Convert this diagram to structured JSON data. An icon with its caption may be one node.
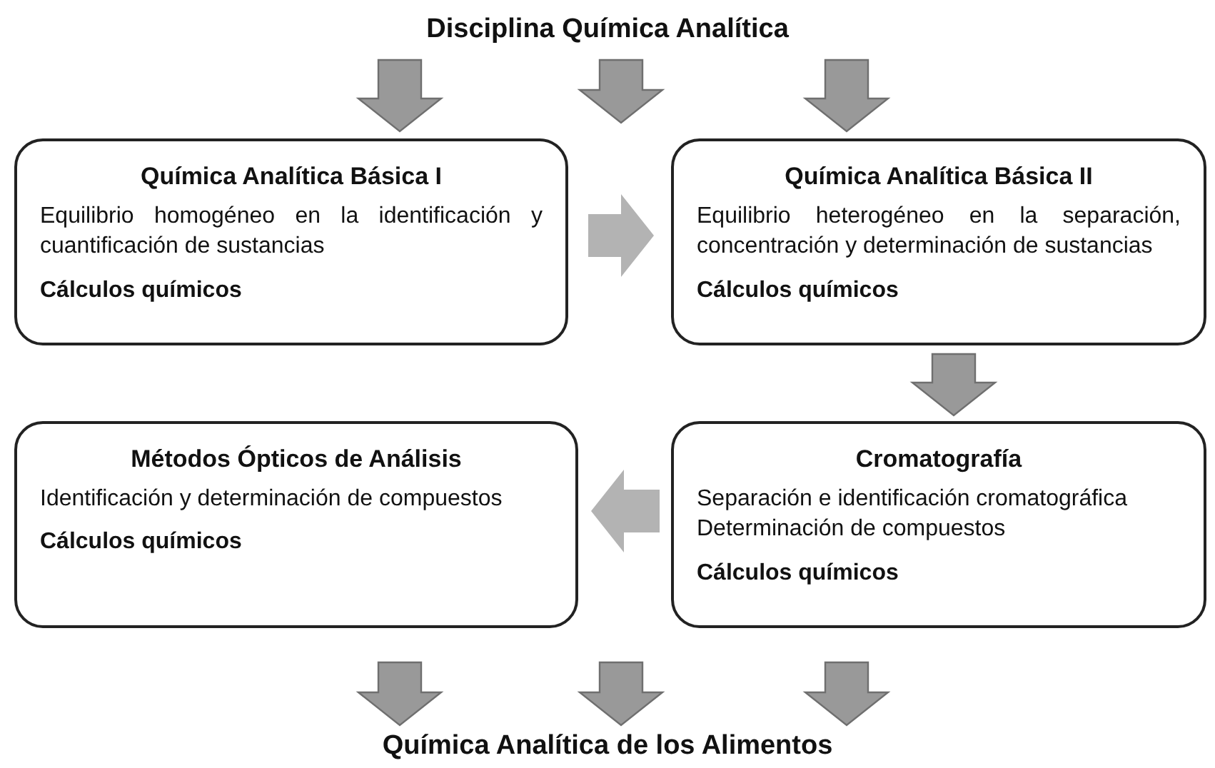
{
  "diagram": {
    "nodes": [
      {
        "text": [
          "Disciplina Química Analítica"
        ]
      },
      {
        "text": [
          "Química Analítica Básica I",
          "Equilibrio homogéneo en la identificación y cuantificación de sustancias",
          "Cálculos químicos"
        ]
      },
      {
        "text": [
          "Química Analítica Básica II",
          "Equilibrio heterogéneo en la separación, concentración y determinación de sustancias",
          "Cálculos químicos"
        ]
      },
      {
        "text": [
          "Métodos Ópticos de Análisis",
          "Identificación y determinación de compuestos",
          "Cálculos químicos"
        ]
      },
      {
        "text": [
          "Cromatografía",
          "Separación e identificación cromatográfica",
          "Determinación de compuestos",
          "Cálculos químicos"
        ]
      },
      {
        "text": [
          "Química Analítica de los Alimentos"
        ]
      }
    ],
    "edges": [
      {
        "from": 0,
        "to": 1,
        "arrow": "to"
      },
      {
        "from": 0,
        "to": null,
        "arrow": "to"
      },
      {
        "from": 0,
        "to": 2,
        "arrow": "to"
      },
      {
        "from": 1,
        "to": 2,
        "arrow": "to",
        "color": "#b3b3b3"
      },
      {
        "from": 2,
        "to": 4,
        "arrow": "to"
      },
      {
        "from": 4,
        "to": 3,
        "arrow": "to",
        "color": "#b3b3b3"
      },
      {
        "from": 3,
        "to": 5,
        "arrow": "to"
      },
      {
        "from": null,
        "to": 5,
        "arrow": "to"
      },
      {
        "from": 4,
        "to": 5,
        "arrow": "to"
      }
    ]
  }
}
